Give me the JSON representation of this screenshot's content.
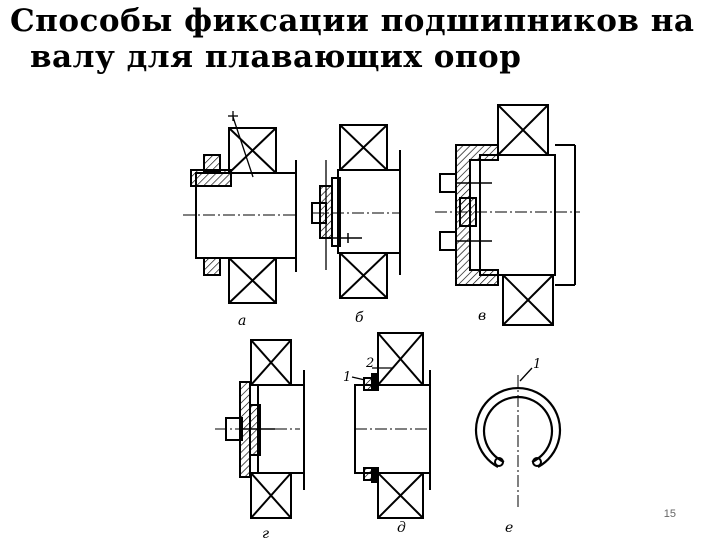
{
  "slide": {
    "title_line1": "Способы фиксации подшипников на",
    "title_line2": "валу для плавающих опор",
    "page_number": "15"
  },
  "figure": {
    "labels": [
      "а",
      "б",
      "в",
      "г",
      "д",
      "е"
    ],
    "callouts": {
      "one": "1",
      "two": "2"
    }
  },
  "colors": {
    "ink": "#000000",
    "background": "#ffffff"
  }
}
